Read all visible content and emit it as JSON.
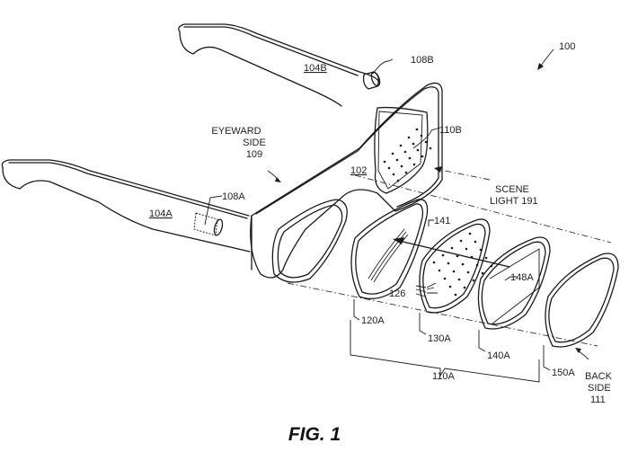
{
  "figure": {
    "caption": "FIG. 1",
    "reference": "100"
  },
  "labels": {
    "frame": "102",
    "temple_a": "104A",
    "temple_b": "104B",
    "sensor_a": "108A",
    "sensor_b": "108B",
    "eyeward_side_line1": "EYEWARD",
    "eyeward_side_line2": "SIDE",
    "eyeward_side_line3": "109",
    "lens_stack_a": "110A",
    "lens_stack_b": "110B",
    "layer_120a": "120A",
    "layer_130a": "130A",
    "layer_140a": "140A",
    "layer_150a": "150A",
    "emitters": "126",
    "light_ray": "141",
    "combiner": "148A",
    "scene_light_line1": "SCENE",
    "scene_light_line2": "LIGHT 191",
    "back_side_line1": "BACK",
    "back_side_line2": "SIDE",
    "back_side_line3": "111"
  }
}
